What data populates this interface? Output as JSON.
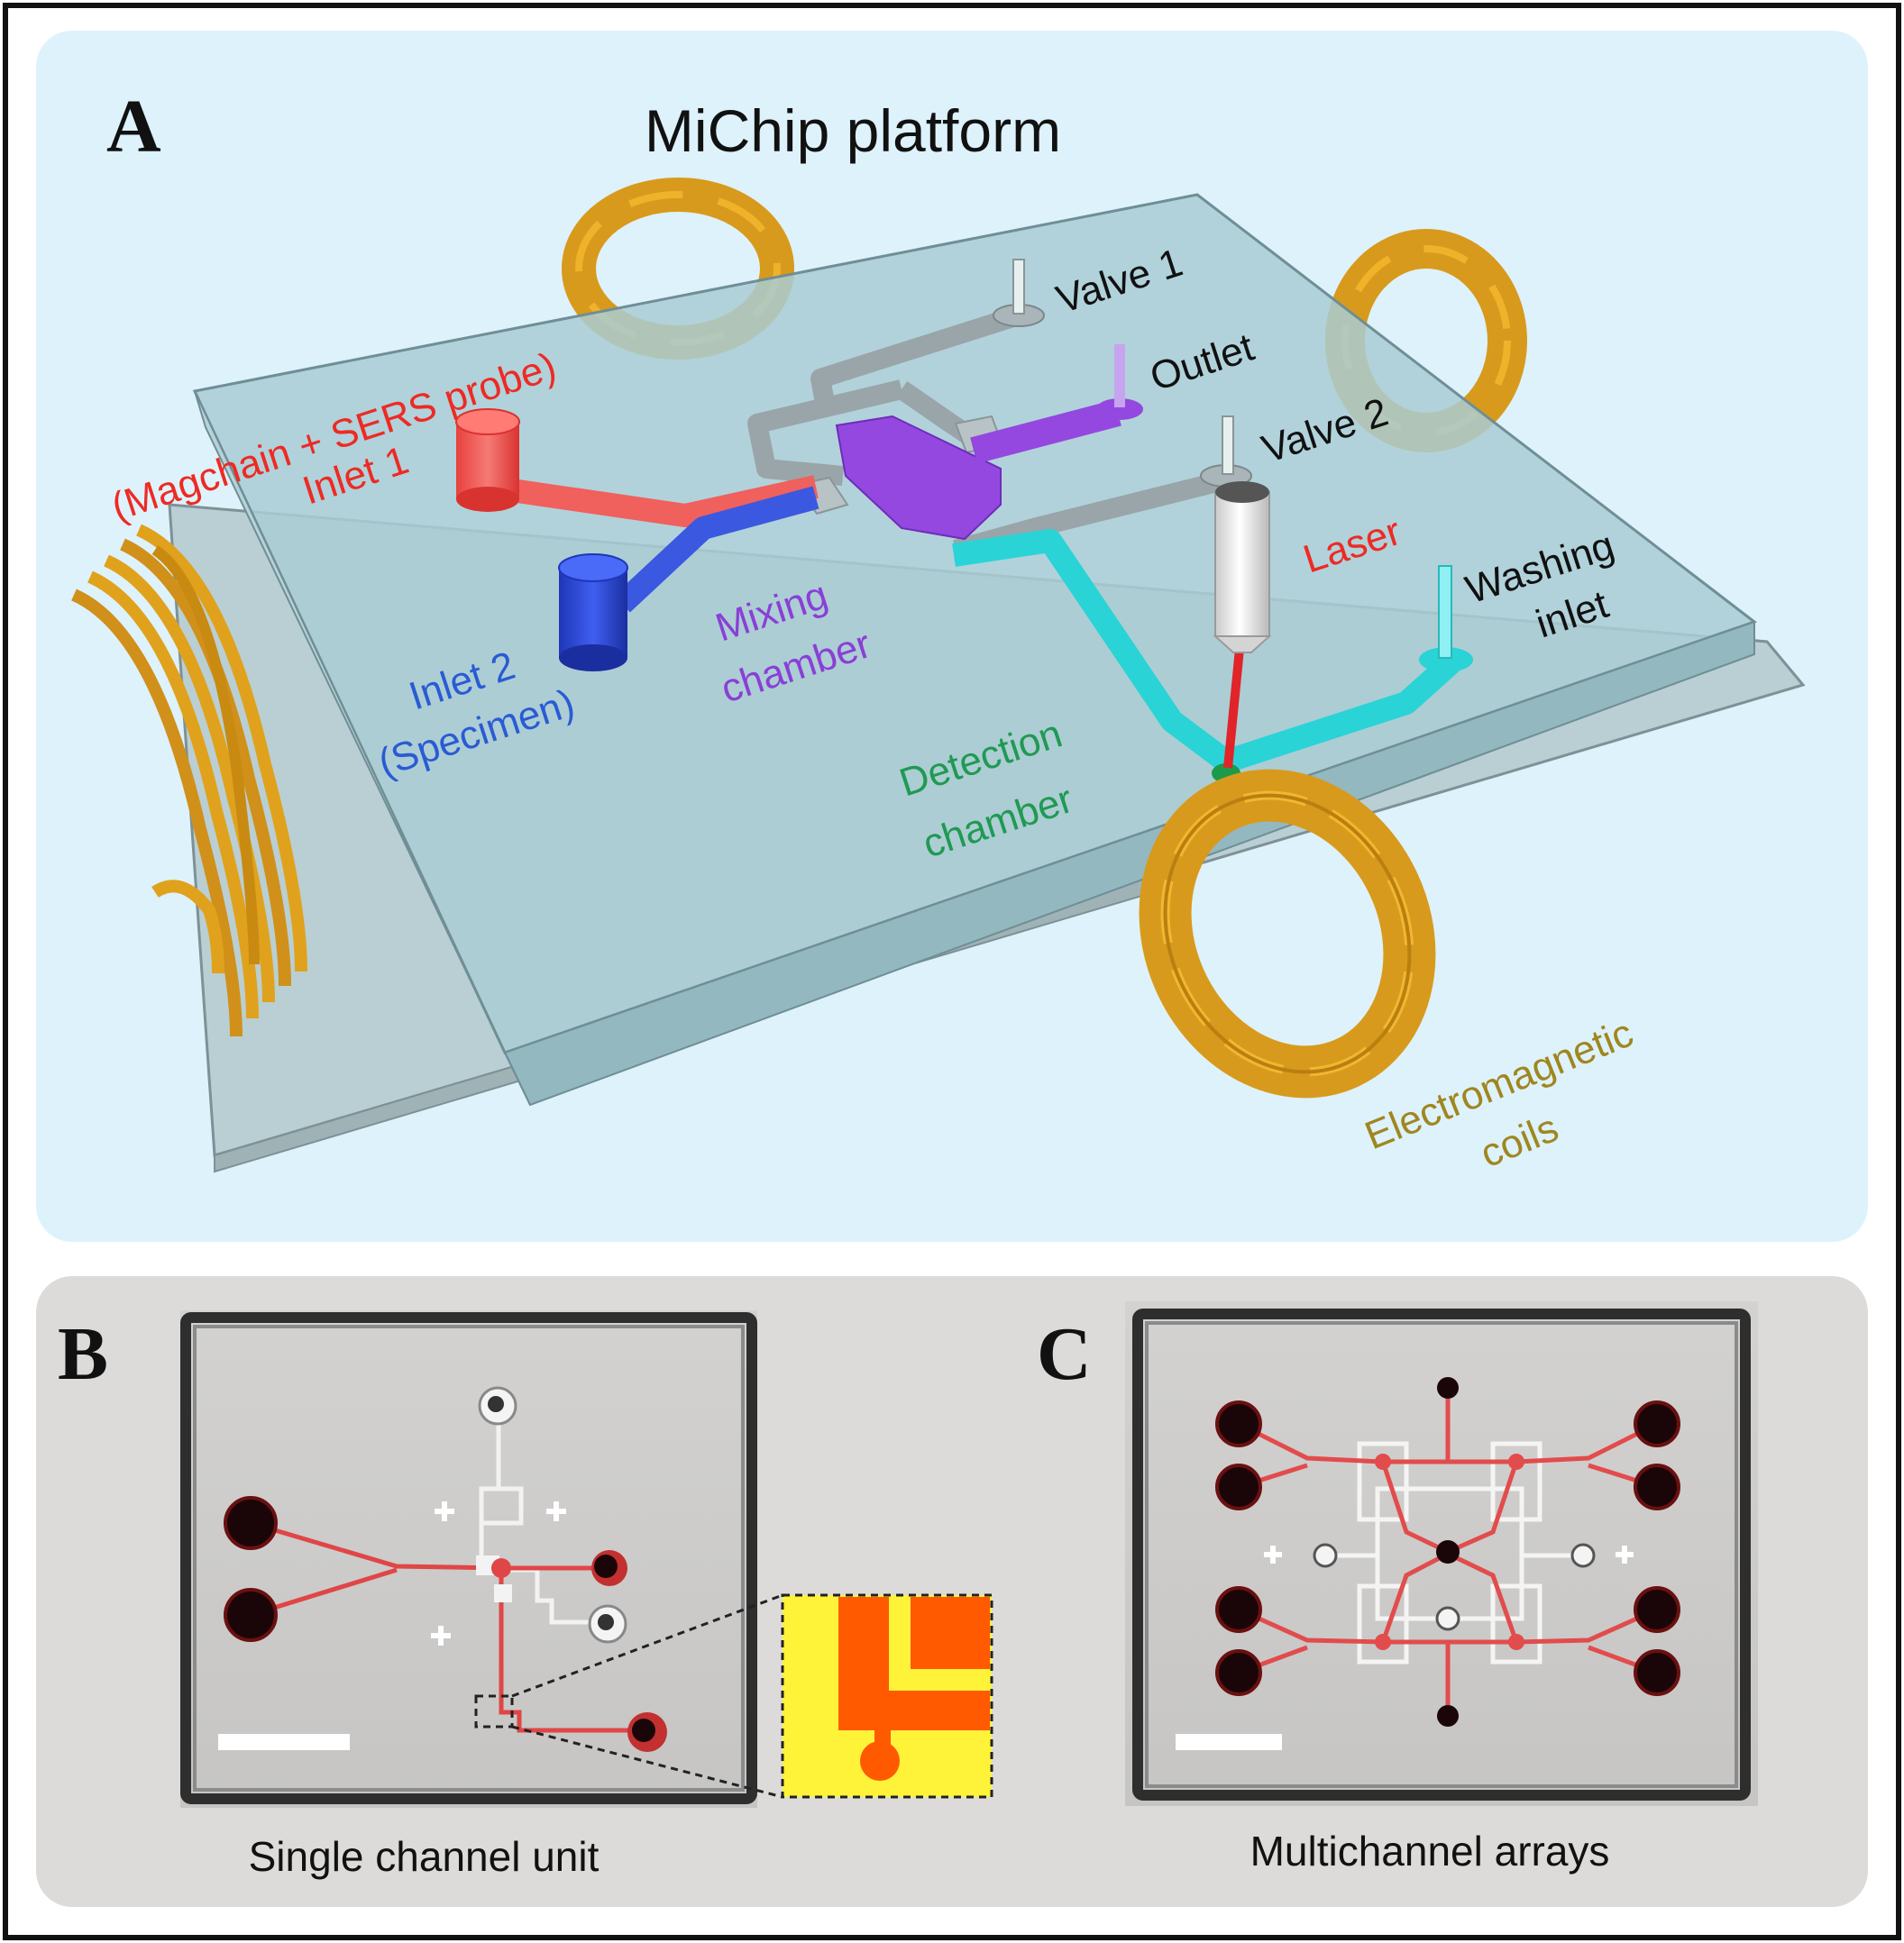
{
  "colors": {
    "background_a": "#ddf2fb",
    "background_bc": "#dcdbd9",
    "chip_glass": "#aacdd3",
    "coil": "#e0a21c",
    "inlet1": "#f0504c",
    "inlet2": "#2f4fd9",
    "mixing": "#9448e0",
    "detection_channel": "#2ad3d6",
    "detection_chamber": "#1c9a4a",
    "laser": "#e0242a",
    "text_red": "#ee2a24",
    "text_blue": "#2a5bd4",
    "text_purple": "#8a3fd6",
    "text_green": "#1f9a52",
    "text_gold": "#a0861f",
    "inset_bg": "#fff33a",
    "inset_channel": "#ff5a00"
  },
  "panel_a": {
    "letter": "A",
    "title": "MiChip platform",
    "labels": {
      "inlet1": "Inlet 1",
      "magchain": "(Magchain + SERS probe)",
      "inlet2": "Inlet 2",
      "specimen": "(Specimen)",
      "mixing1": "Mixing",
      "mixing2": "chamber",
      "detection1": "Detection",
      "detection2": "chamber",
      "valve1": "Valve 1",
      "valve2": "Valve 2",
      "outlet": "Outlet",
      "laser": "Laser",
      "washing1": "Washing",
      "washing2": "inlet",
      "coils1": "Electromagnetic",
      "coils2": "coils"
    }
  },
  "panel_b": {
    "letter": "B",
    "caption": "Single channel unit"
  },
  "panel_c": {
    "letter": "C",
    "caption": "Multichannel arrays"
  }
}
